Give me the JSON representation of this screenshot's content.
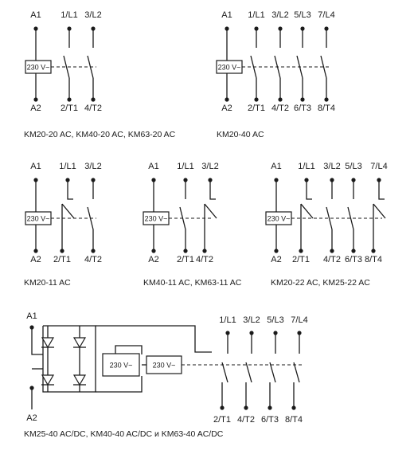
{
  "coil_voltage": "230 V~",
  "terminal_labels": {
    "A1": "A1",
    "A2": "A2",
    "L1": "1/L1",
    "L2": "3/L2",
    "L3": "5/L3",
    "L4": "7/L4",
    "T1": "2/T1",
    "T2": "4/T2",
    "T3": "6/T3",
    "T4": "8/T4"
  },
  "captions": {
    "d1": "KM20-20 AC, KM40-20 AC, KM63-20 AC",
    "d2": "KM20-40 AC",
    "d3": "KM20-11 AC",
    "d4": "KM40-11 AC, KM63-11 AC",
    "d5": "KM20-22 AC, KM25-22 AC",
    "d6": "KM25-40 AC/DC, KM40-40 AC/DC и KM63-40 AC/DC"
  },
  "diagrams": [
    {
      "id": "d1",
      "contacts": [
        "NO",
        "NO"
      ]
    },
    {
      "id": "d2",
      "contacts": [
        "NO",
        "NO",
        "NO",
        "NO"
      ]
    },
    {
      "id": "d3",
      "contacts": [
        "NC",
        "NO"
      ]
    },
    {
      "id": "d4",
      "contacts": [
        "NO",
        "NC"
      ]
    },
    {
      "id": "d5",
      "contacts": [
        "NC",
        "NO",
        "NO",
        "NC"
      ]
    },
    {
      "id": "d6",
      "contacts": [
        "NO",
        "NO",
        "NO",
        "NO"
      ],
      "rectifier": true
    }
  ]
}
